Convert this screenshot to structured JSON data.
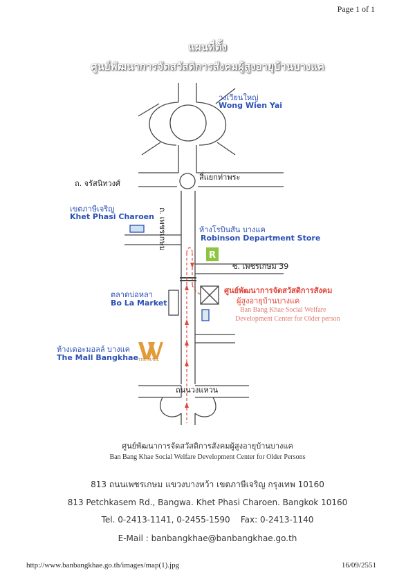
{
  "header": {
    "page_label": "Page 1 of 1",
    "title_line1": "แผนที่ตั้ง",
    "title_line2": "ศูนย์พัฒนาการจัดสวัสดิการสังคมผู้สูงอายุบ้านบางแค"
  },
  "map": {
    "wong_wien_yai_th": "วงเวียนใหญ่",
    "wong_wien_yai_en": "Wong Wien Yai",
    "charansanitwong": "ถ. จรัสนิทวงศ์",
    "tha_phra": "สี่แยกท่าพระ",
    "phetkasem_road": "ถ. เพชรเกษม",
    "khet_phasi_th": "เขตภาษีเจริญ",
    "khet_phasi_en": "Khet Phasi Charoen",
    "robinson_th": "ห้างโรบินสัน บางแค",
    "robinson_en": "Robinson Department Store",
    "soi_39": "ซ. เพชรเกษม 39",
    "center_th_1": "ศูนย์พัฒนาการจัดสวัสดิการสังคม",
    "center_th_2": "ผู้สูงอายุบ้านบางแค",
    "center_en_1": "Ban Bang Khae Social Welfare",
    "center_en_2": "Development Center for Older person",
    "bola_th": "ตลาดบ่อหลา",
    "bola_en": "Bo La Market",
    "mall_th": "ห้างเดอะมอลล์ บางแค",
    "mall_en": "The Mall Bangkhae",
    "mall_logo_text": "THE MALL",
    "ring_road": "ถนนวงแหวน",
    "colors": {
      "road": "#444444",
      "route": "#e0463a",
      "label_blue": "#2a4fb5"
    }
  },
  "address": {
    "name_th": "ศูนย์พัฒนาการจัดสวัสดิการสังคมผู้สูงอายุบ้านบางแค",
    "name_en": "Ban Bang Khae Social Welfare Development Center for Older Persons",
    "addr_th": "813 ถนนเพชรเกษม แขวงบางหว้า เขตภาษีเจริญ กรุงเทพ 10160",
    "addr_en": "813 Petchkasem Rd., Bangwa. Khet Phasi Charoen. Bangkok 10160",
    "phone": "Tel. 0-2413-1141, 0-2455-1590    Fax: 0-2413-1140",
    "email": "E-Mail : banbangkhae@banbangkhae.go.th"
  },
  "footer": {
    "url": "http://www.banbangkhae.go.th/images/map(1).jpg",
    "date": "16/09/2551"
  }
}
